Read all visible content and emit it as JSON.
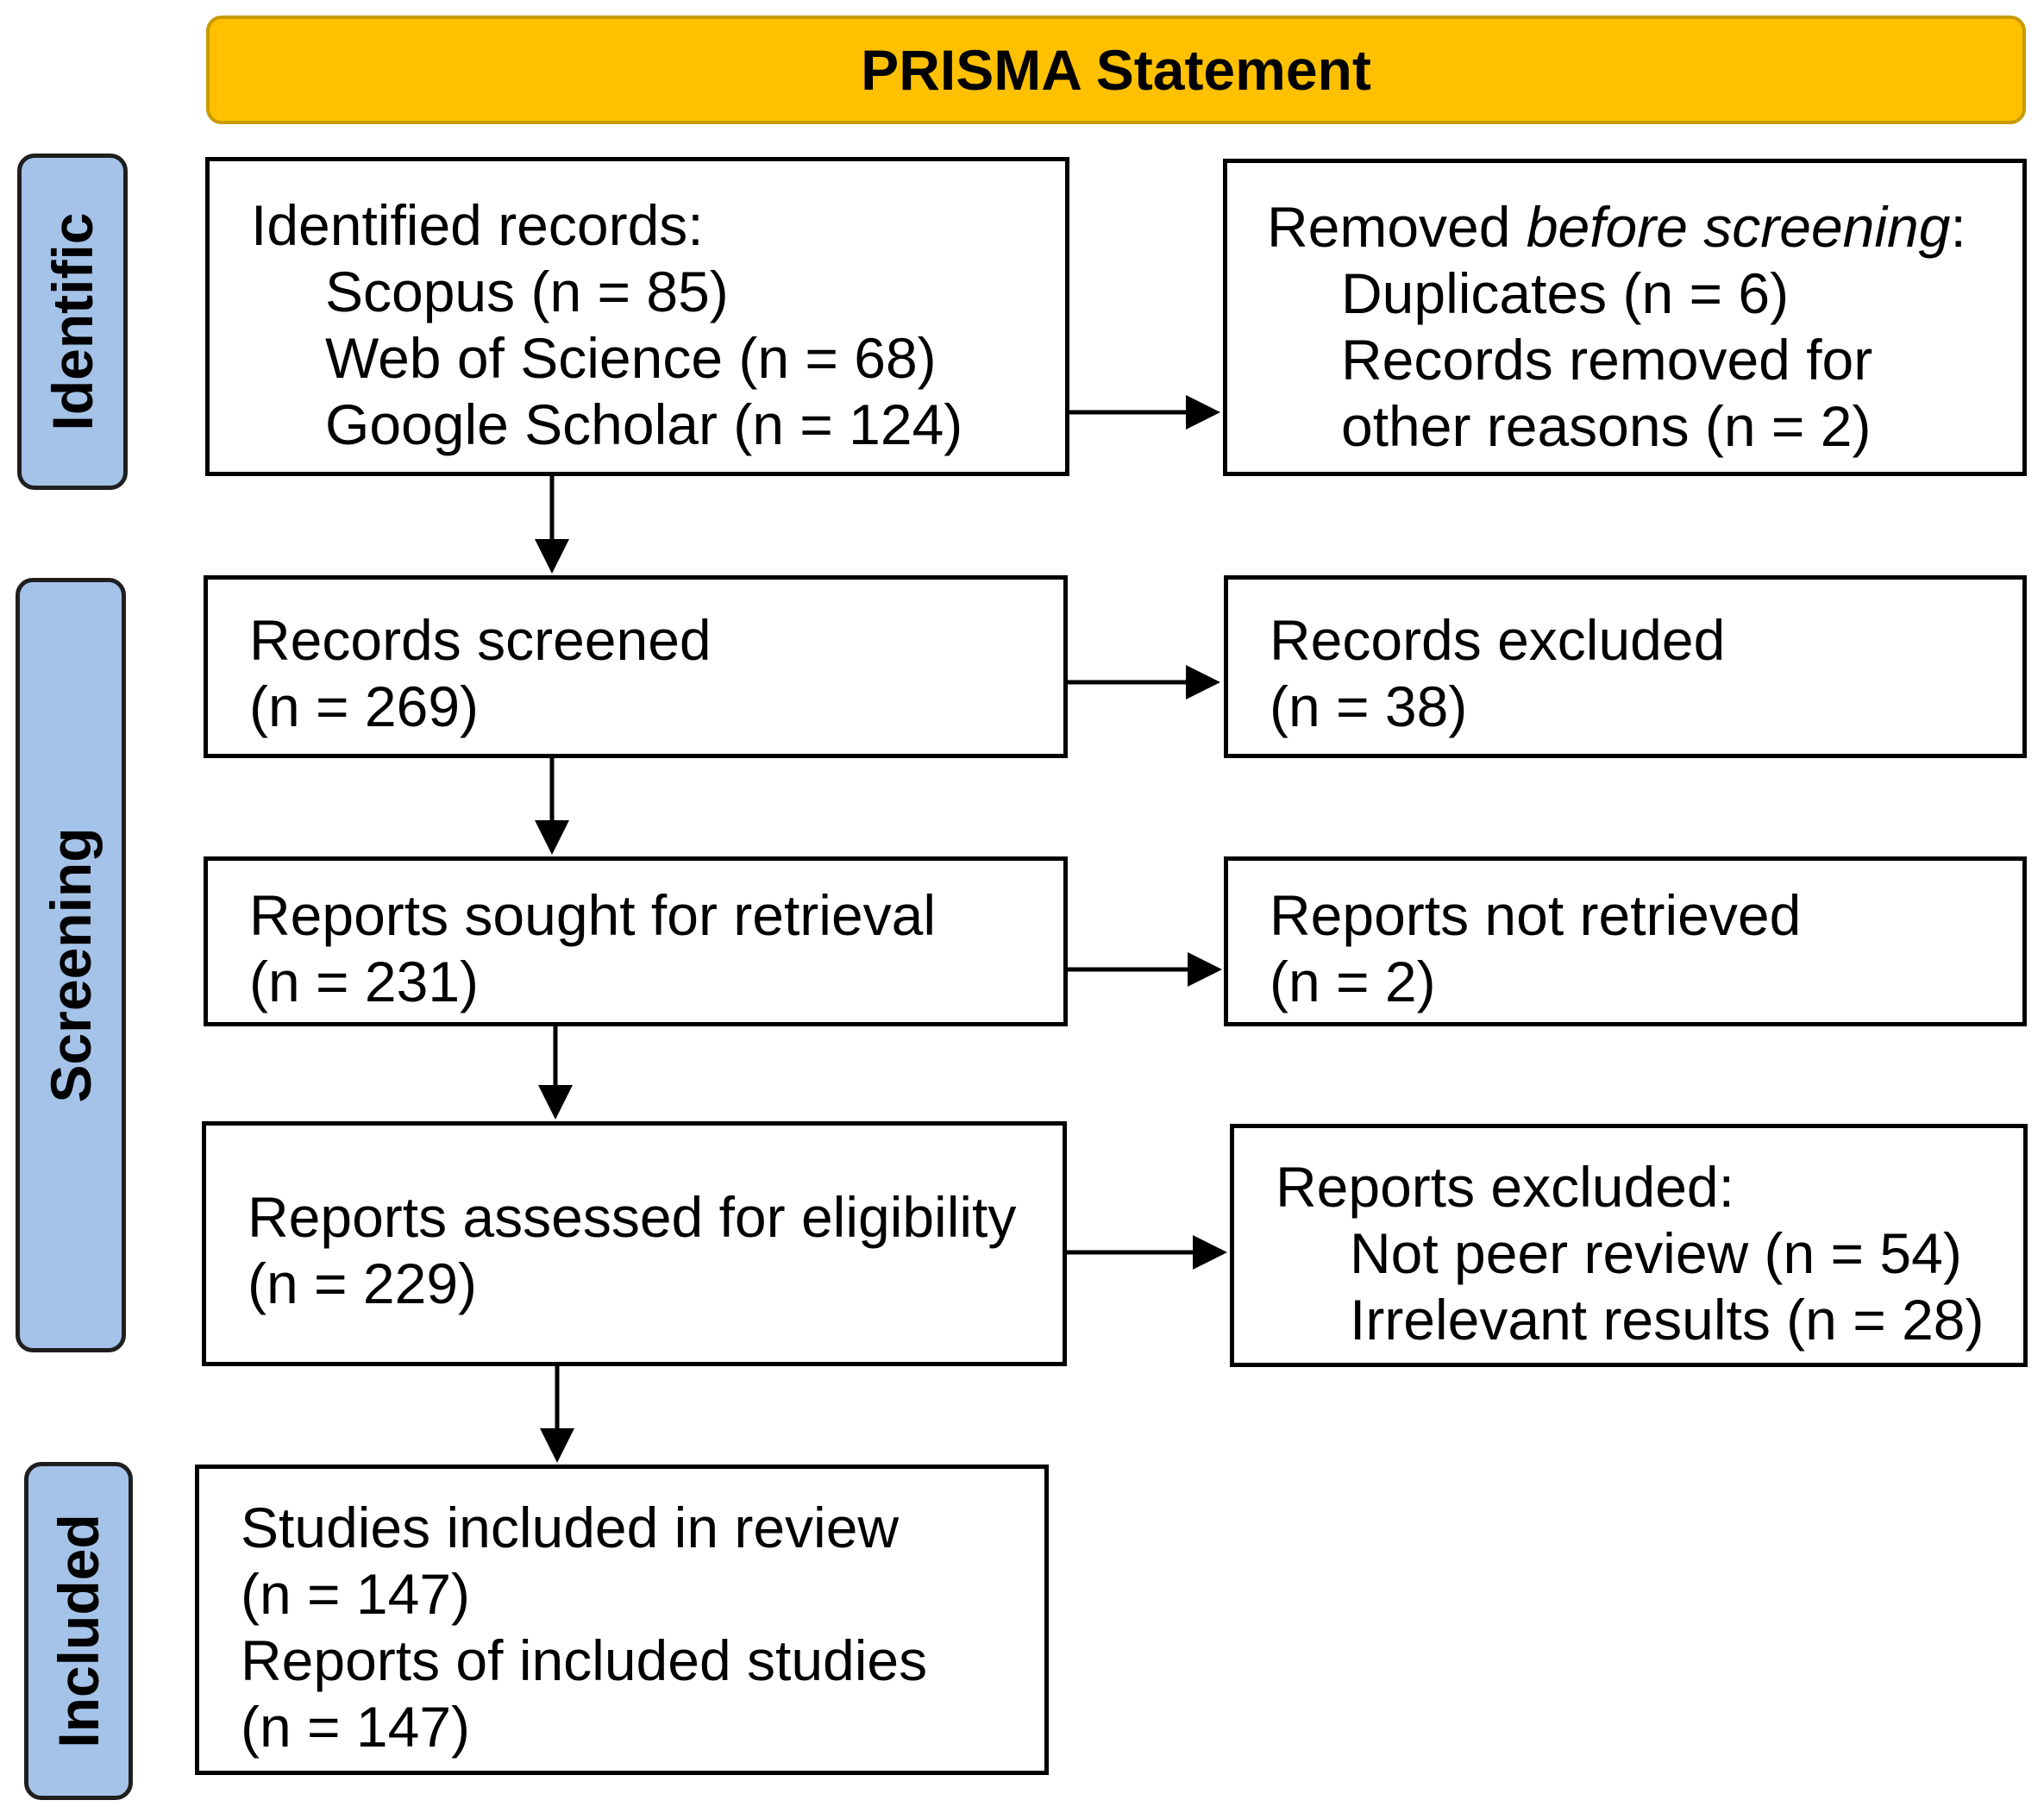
{
  "header": {
    "title": "PRISMA Statement"
  },
  "phases": {
    "identification": "Identific",
    "screening": "Screening",
    "included": "Included"
  },
  "boxes": {
    "identified": {
      "title": "Identified records:",
      "items": [
        "Scopus (n = 85)",
        "Web of Science (n = 68)",
        "Google Scholar (n = 124)"
      ]
    },
    "removed": {
      "title_prefix": "Removed ",
      "title_italic": "before screening",
      "title_suffix": ":",
      "items": [
        "Duplicates (n = 6)",
        "Records removed for",
        "other reasons (n = 2)"
      ]
    },
    "screened": {
      "lines": [
        "Records screened",
        "(n = 269)"
      ]
    },
    "excluded": {
      "lines": [
        "Records excluded",
        "(n = 38)"
      ]
    },
    "sought": {
      "lines": [
        "Reports sought for retrieval",
        "(n = 231)"
      ]
    },
    "not_retrieved": {
      "lines": [
        "Reports not retrieved",
        "(n = 2)"
      ]
    },
    "assessed": {
      "lines": [
        "Reports assessed for eligibility",
        "(n = 229)"
      ]
    },
    "reports_excluded": {
      "title": "Reports excluded:",
      "items": [
        "Not peer review (n = 54)",
        "Irrelevant results (n = 28)"
      ]
    },
    "included": {
      "lines": [
        "Studies included in review",
        "(n = 147)",
        "Reports of included studies",
        "(n = 147)"
      ]
    }
  },
  "colors": {
    "header_fill": "#FFC000",
    "header_border": "#C99A00",
    "phase_fill": "#A5C3E8",
    "box_border": "#000000"
  }
}
